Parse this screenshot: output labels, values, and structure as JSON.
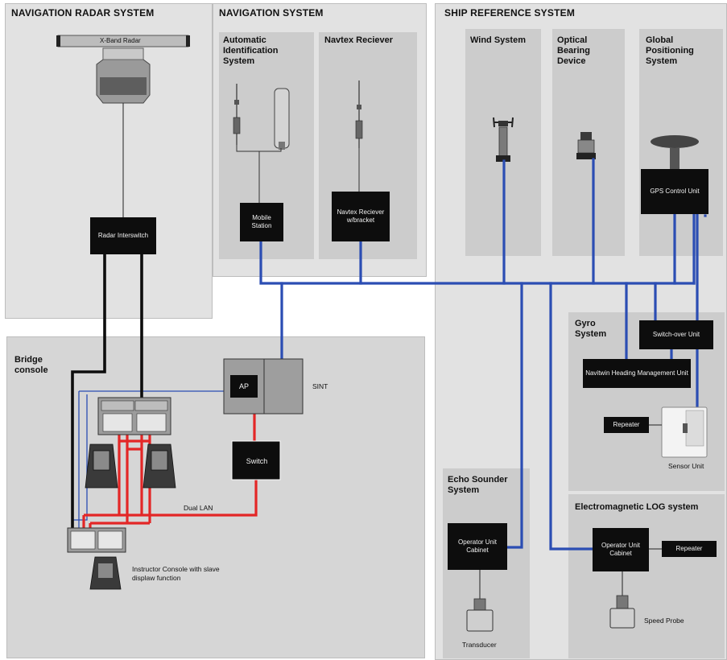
{
  "sections": {
    "radar": "NAVIGATION RADAR SYSTEM",
    "navigation": "NAVIGATION SYSTEM",
    "ship_ref": "SHIP REFERENCE SYSTEM"
  },
  "subpanels": {
    "ais": "Automatic Identification System",
    "navtex": "Navtex Reciever",
    "wind": "Wind System",
    "optical": "Optical Bearing Device",
    "gps": "Global Positioning System",
    "gyro": "Gyro System",
    "echo": "Echo Sounder System",
    "emlog": "Electromagnetic LOG system",
    "bridge": "Bridge console"
  },
  "boxes": {
    "radar_interswitch": "Radar Interswitch",
    "mobile_station": "Mobile Station",
    "navtex_receiver": "Navtex Reciever w/bracket",
    "gps_control": "GPS Control Unit",
    "switch_over": "Switch-over Unit",
    "navitwin": "Navitwin Heading Management Unit",
    "repeater_gyro": "Repeater",
    "operator_echo": "Operator Unit Cabinet",
    "operator_log": "Operator Unit Cabinet",
    "repeater_log": "Repeater",
    "ap": "AP",
    "switch": "Switch"
  },
  "labels": {
    "x_band": "X-Band Radar",
    "sint": "SINT",
    "dual_lan": "Dual LAN",
    "instructor": "Instructor Console with slave displaw function",
    "sensor_unit": "Sensor Unit",
    "transducer": "Transducer",
    "speed_probe": "Speed Probe"
  },
  "colors": {
    "panel": "#e2e2e2",
    "subpanel": "#cccccc",
    "lan_blue": "#2b4db3",
    "lan_red": "#e32626",
    "cable_black": "#0d0d0d"
  }
}
